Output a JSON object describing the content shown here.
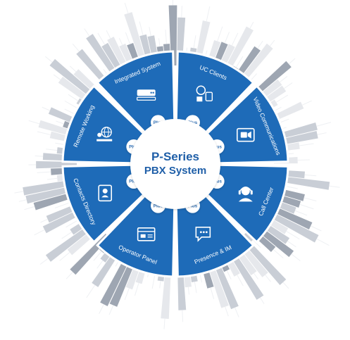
{
  "center": {
    "title_line1": "P-Series",
    "title_line2": "PBX System"
  },
  "plus_label": "Plus",
  "colors": {
    "segment": "#1e6bb8",
    "segment_border": "#ffffff",
    "bar_light": "#e6e8ec",
    "bar_mid": "#c9ced6",
    "bar_dark": "#9ea6b2",
    "center_fill": "#ffffff",
    "title": "#1f5fa8"
  },
  "segments": [
    {
      "label": "UC Clients",
      "icon": "devices-icon"
    },
    {
      "label": "Video Communications",
      "icon": "video-camera-icon"
    },
    {
      "label": "Call Center",
      "icon": "headset-agent-icon"
    },
    {
      "label": "Presence & IM",
      "icon": "chat-bubbles-icon"
    },
    {
      "label": "Operator Panel",
      "icon": "browser-window-icon"
    },
    {
      "label": "Contacts Directory",
      "icon": "address-book-icon"
    },
    {
      "label": "Remote Working",
      "icon": "globe-workstation-icon"
    },
    {
      "label": "Integrated System",
      "icon": "server-appliance-icon"
    }
  ]
}
